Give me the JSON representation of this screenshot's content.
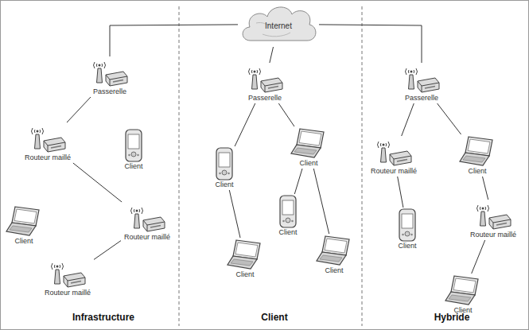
{
  "diagram": {
    "nodes": [
      {
        "text": [
          "Internet"
        ]
      },
      {
        "text": [
          "Passerelle"
        ]
      },
      {
        "text": [
          "Routeur maillé"
        ]
      },
      {
        "text": [
          "Client"
        ]
      },
      {
        "text": [
          "Client"
        ]
      },
      {
        "text": [
          "Routeur maillé"
        ]
      },
      {
        "text": [
          "Routeur maillé"
        ]
      },
      {
        "text": [
          "Passerelle"
        ]
      },
      {
        "text": [
          "Client"
        ]
      },
      {
        "text": [
          "Client"
        ]
      },
      {
        "text": [
          "Client"
        ]
      },
      {
        "text": [
          "Client"
        ]
      },
      {
        "text": [
          "Client"
        ]
      },
      {
        "text": [
          "Passerelle"
        ]
      },
      {
        "text": [
          "Routeur maillé"
        ]
      },
      {
        "text": [
          "Client"
        ]
      },
      {
        "text": [
          "Client"
        ]
      },
      {
        "text": [
          "Routeur maillé"
        ]
      },
      {
        "text": [
          "Client"
        ]
      }
    ],
    "edges": [
      {
        "from": 0,
        "to": 1,
        "arrow": "none"
      },
      {
        "from": 0,
        "to": 7,
        "arrow": "none"
      },
      {
        "from": 0,
        "to": 13,
        "arrow": "none"
      },
      {
        "from": 1,
        "to": 2,
        "arrow": "none"
      },
      {
        "from": 2,
        "to": 5,
        "arrow": "none"
      },
      {
        "from": 5,
        "to": 6,
        "arrow": "none"
      },
      {
        "from": 7,
        "to": 8,
        "arrow": "none"
      },
      {
        "from": 7,
        "to": 9,
        "arrow": "none"
      },
      {
        "from": 8,
        "to": 11,
        "arrow": "none"
      },
      {
        "from": 9,
        "to": 10,
        "arrow": "none"
      },
      {
        "from": 9,
        "to": 12,
        "arrow": "none"
      },
      {
        "from": 13,
        "to": 14,
        "arrow": "none"
      },
      {
        "from": 13,
        "to": 15,
        "arrow": "none"
      },
      {
        "from": 14,
        "to": 16,
        "arrow": "none"
      },
      {
        "from": 15,
        "to": 17,
        "arrow": "none"
      },
      {
        "from": 17,
        "to": 18,
        "arrow": "none"
      }
    ],
    "labels": [
      "Infrastructure",
      "Client",
      "Hybride"
    ]
  }
}
